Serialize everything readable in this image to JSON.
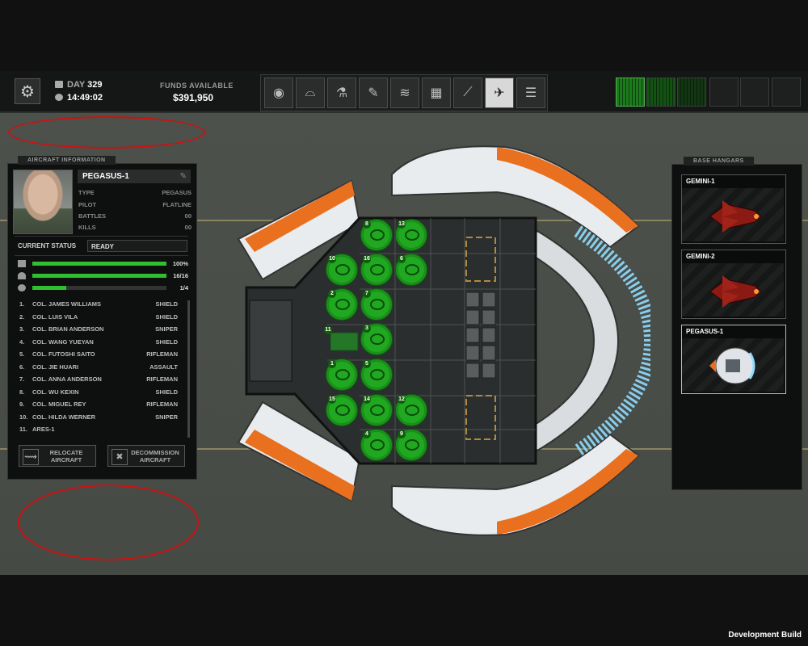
{
  "topbar": {
    "day_label": "DAY",
    "day_value": "329",
    "time": "14:49:02",
    "funds_label": "FUNDS AVAILABLE",
    "funds_value": "$391,950"
  },
  "nav": {
    "icons": [
      "globe-icon",
      "hangar-dome-icon",
      "microscope-icon",
      "wrench-icon",
      "rank-chevron-icon",
      "crates-icon",
      "rifle-icon",
      "aircraft-icon",
      "cabinet-icon"
    ],
    "active_index": 7
  },
  "aircraft_info": {
    "panel_title": "AIRCRAFT INFORMATION",
    "name": "PEGASUS-1",
    "type_label": "TYPE",
    "type_value": "PEGASUS",
    "pilot_label": "PILOT",
    "pilot_value": "FLATLINE",
    "battles_label": "BATTLES",
    "battles_value": "00",
    "kills_label": "KILLS",
    "kills_value": "00",
    "status_label": "CURRENT STATUS",
    "status_value": "READY",
    "bars": [
      {
        "icon": "fuel-icon",
        "value": "100%",
        "fraction": 1.0
      },
      {
        "icon": "crew-icon",
        "value": "16/16",
        "fraction": 1.0
      },
      {
        "icon": "equipment-icon",
        "value": "1/4",
        "fraction": 0.25
      }
    ],
    "crew": [
      {
        "idx": "1.",
        "name": "COL. JAMES WILLIAMS",
        "cls": "SHIELD"
      },
      {
        "idx": "2.",
        "name": "COL. LUIS VILA",
        "cls": "SHIELD"
      },
      {
        "idx": "3.",
        "name": "COL. BRIAN ANDERSON",
        "cls": "SNIPER"
      },
      {
        "idx": "4.",
        "name": "COL. WANG YUEYAN",
        "cls": "SHIELD"
      },
      {
        "idx": "5.",
        "name": "COL. FUTOSHI SAITO",
        "cls": "RIFLEMAN"
      },
      {
        "idx": "6.",
        "name": "COL. JIE HUARI",
        "cls": "ASSAULT"
      },
      {
        "idx": "7.",
        "name": "COL. ANNA ANDERSON",
        "cls": "RIFLEMAN"
      },
      {
        "idx": "8.",
        "name": "COL. WU KEXIN",
        "cls": "SHIELD"
      },
      {
        "idx": "9.",
        "name": "COL. MIGUEL REY",
        "cls": "RIFLEMAN"
      },
      {
        "idx": "10.",
        "name": "COL. HILDA WERNER",
        "cls": "SNIPER"
      },
      {
        "idx": "11.",
        "name": "ARES-1",
        "cls": ""
      }
    ],
    "relocate_label": "RELOCATE AIRCRAFT",
    "decommission_label": "DECOMMISSION AIRCRAFT"
  },
  "base_hangars": {
    "panel_title": "BASE HANGARS",
    "items": [
      {
        "name": "GEMINI-1",
        "selected": false,
        "color": "#8b1a14"
      },
      {
        "name": "GEMINI-2",
        "selected": false,
        "color": "#8b1a14"
      },
      {
        "name": "PEGASUS-1",
        "selected": true,
        "color": "#e0e4e8"
      }
    ]
  },
  "ship_seats": {
    "numbers": [
      "8",
      "13",
      "10",
      "16",
      "6",
      "2",
      "7",
      "11",
      "3",
      "1",
      "5",
      "15",
      "14",
      "12",
      "4",
      "9"
    ]
  },
  "footer": {
    "build_label": "Development Build"
  },
  "colors": {
    "accent_green": "#2fbf2f",
    "annotation_red": "#d01010",
    "ship_orange": "#e8701e"
  }
}
